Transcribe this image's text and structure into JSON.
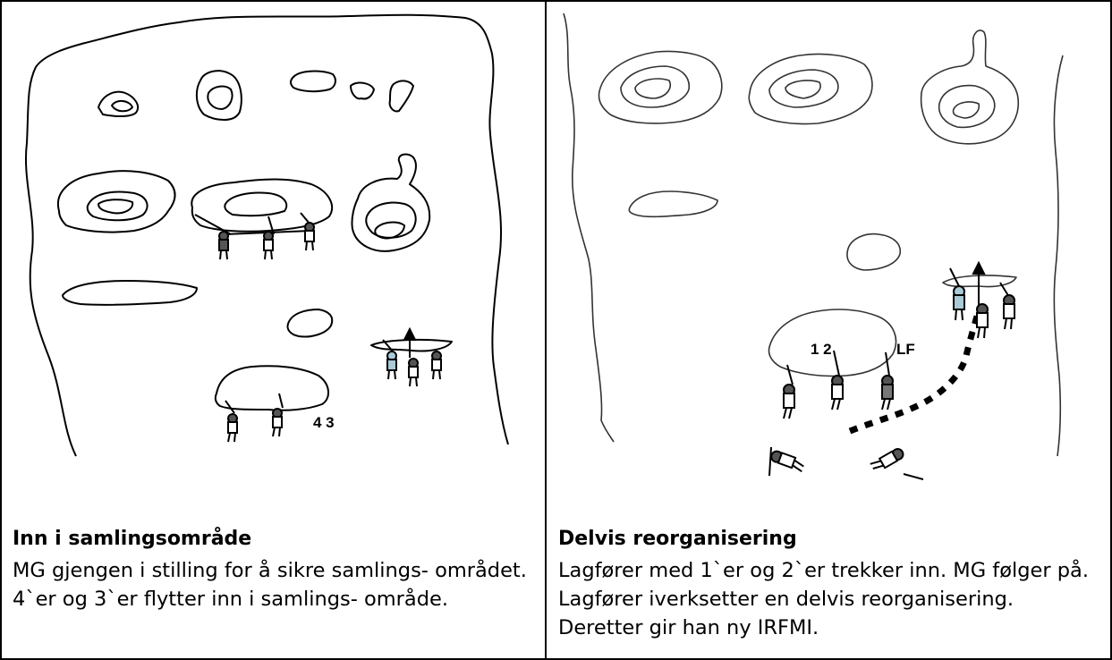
{
  "panels": [
    {
      "title": "Inn i samlingsområde",
      "body": "MG gjengen i stilling for å sikre samlings- området.  4`er og 3`er flytter inn i samlings- område.",
      "labels": {
        "numbers": "4 3"
      }
    },
    {
      "title": "Delvis reorganisering",
      "body": "Lagfører med 1`er og 2`er trekker inn. MG følger på. Lagfører iverksetter en delvis reorganisering. Deretter gir han ny IRFMI.",
      "labels": {
        "numbers": "1 2",
        "leader": "LF"
      }
    }
  ],
  "colors": {
    "light_soldier": "#a9cad6",
    "dark_soldier": "#555555",
    "outline": "#000000",
    "map_line": "#333333"
  }
}
